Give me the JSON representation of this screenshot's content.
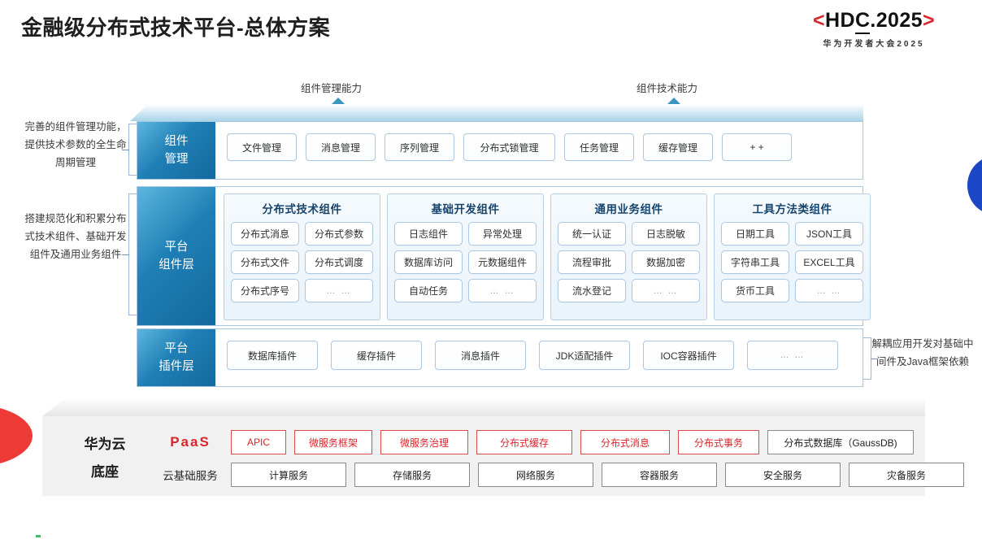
{
  "header": {
    "title": "金融级分布式技术平台-总体方案",
    "logo_bracket_left": "<",
    "logo_main_a": "HD",
    "logo_main_underlined": "C",
    "logo_main_b": ".2025",
    "logo_bracket_right": ">",
    "logo_sub": "华为开发者大会2025",
    "accent_red": "#d9262c",
    "accent_blue": "#1f7fb5"
  },
  "arrows": [
    {
      "label": "组件管理能力",
      "icon": "arrow-up-icon"
    },
    {
      "label": "组件技术能力",
      "icon": "arrow-up-icon"
    }
  ],
  "notes": {
    "left_top": "完善的组件管理功能，提供技术参数的全生命周期管理",
    "left_bottom": "搭建规范化和积累分布式技术组件、基础开发组件及通用业务组件",
    "right": "解耦应用开发对基础中间件及Java框架依赖"
  },
  "component_management": {
    "layer_label": "组件\n管理",
    "layer_label_line1": "组件",
    "layer_label_line2": "管理",
    "items": [
      {
        "label": "文件管理"
      },
      {
        "label": "消息管理"
      },
      {
        "label": "序列管理"
      },
      {
        "label": "分布式锁管理"
      },
      {
        "label": "任务管理"
      },
      {
        "label": "缓存管理"
      },
      {
        "label": "+ +"
      }
    ]
  },
  "component_layer": {
    "layer_label_line1": "平台",
    "layer_label_line2": "组件层",
    "groups": [
      {
        "title": "分布式技术组件",
        "items": [
          "分布式消息",
          "分布式参数",
          "分布式文件",
          "分布式调度",
          "分布式序号",
          "… …"
        ]
      },
      {
        "title": "基础开发组件",
        "items": [
          "日志组件",
          "异常处理",
          "数据库访问",
          "元数据组件",
          "自动任务",
          "… …"
        ]
      },
      {
        "title": "通用业务组件",
        "items": [
          "统一认证",
          "日志脱敏",
          "流程审批",
          "数据加密",
          "流水登记",
          "… …"
        ]
      },
      {
        "title": "工具方法类组件",
        "items": [
          "日期工具",
          "JSON工具",
          "字符串工具",
          "EXCEL工具",
          "货币工具",
          "… …"
        ]
      }
    ]
  },
  "plugin_layer": {
    "layer_label_line1": "平台",
    "layer_label_line2": "插件层",
    "items": [
      {
        "label": "数据库插件"
      },
      {
        "label": "缓存插件"
      },
      {
        "label": "消息插件"
      },
      {
        "label": "JDK适配插件"
      },
      {
        "label": "IOC容器插件"
      },
      {
        "label": "… …"
      }
    ]
  },
  "base": {
    "label_line1": "华为云",
    "label_line2": "底座",
    "paas_tag": "PaaS",
    "cloud_tag": "云基础服务",
    "paas_items": [
      {
        "label": "APIC",
        "style": "red",
        "width": 68
      },
      {
        "label": "微服务框架",
        "style": "red",
        "width": 96
      },
      {
        "label": "微服务治理",
        "style": "red",
        "width": 110
      },
      {
        "label": "分布式缓存",
        "style": "red",
        "width": 122
      },
      {
        "label": "分布式消息",
        "style": "red",
        "width": 114
      },
      {
        "label": "分布式事务",
        "style": "red",
        "width": 104
      },
      {
        "label": "分布式数据库（GaussDB)",
        "style": "gray",
        "width": 180
      }
    ],
    "cloud_items": [
      {
        "label": "计算服务",
        "width": 126
      },
      {
        "label": "存储服务",
        "width": 126
      },
      {
        "label": "网络服务",
        "width": 126
      },
      {
        "label": "容器服务",
        "width": 126
      },
      {
        "label": "安全服务",
        "width": 126
      },
      {
        "label": "灾备服务",
        "width": 126
      }
    ]
  }
}
